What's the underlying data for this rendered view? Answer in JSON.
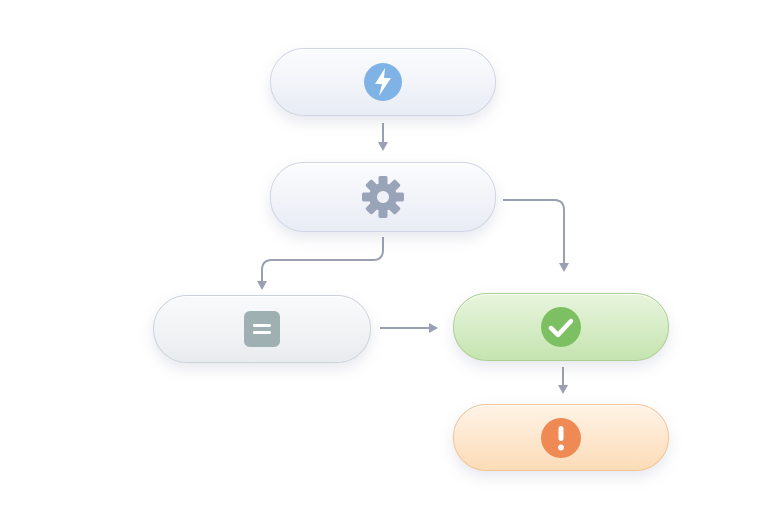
{
  "diagram": {
    "type": "flowchart",
    "nodes": [
      {
        "id": "trigger",
        "icon": "lightning-icon",
        "color": "#7fb3e6"
      },
      {
        "id": "process",
        "icon": "gear-icon",
        "color": "#9aa4b8"
      },
      {
        "id": "document",
        "icon": "document-icon",
        "color": "#9fb0b3"
      },
      {
        "id": "success",
        "icon": "check-circle-icon",
        "color": "#7cc063"
      },
      {
        "id": "alert",
        "icon": "exclamation-circle-icon",
        "color": "#f08a55"
      }
    ],
    "edges": [
      {
        "from": "trigger",
        "to": "process"
      },
      {
        "from": "process",
        "to": "document"
      },
      {
        "from": "process",
        "to": "success"
      },
      {
        "from": "document",
        "to": "success"
      },
      {
        "from": "success",
        "to": "alert"
      }
    ],
    "colors": {
      "connector": "#9aa0b2",
      "neutral_fill": "#eef1f7",
      "success_fill": "#d6ecc8",
      "warning_fill": "#fde6cc"
    }
  }
}
